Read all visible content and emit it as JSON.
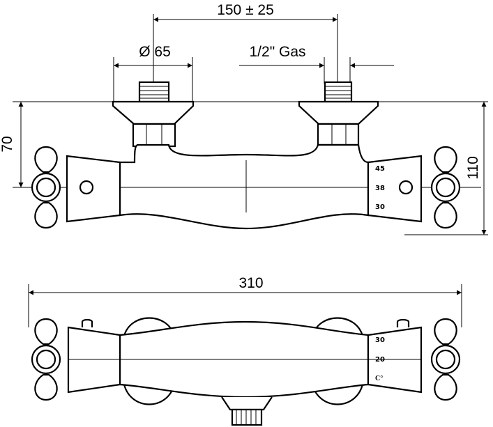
{
  "dimensions": {
    "center_distance": "150 ± 25",
    "diameter": "Ø 65",
    "thread": "1/2\" Gas",
    "height_left": "70",
    "height_right": "110",
    "width": "310"
  },
  "scale_front": [
    "45",
    "38",
    "30"
  ],
  "scale_bottom": [
    "30",
    "20"
  ],
  "unit": "C°",
  "colors": {
    "line": "#000000",
    "background": "#ffffff"
  }
}
